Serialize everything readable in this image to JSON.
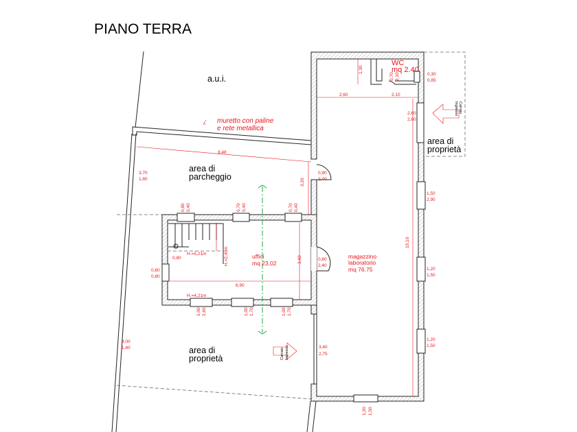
{
  "title": "PIANO TERRA",
  "areas": {
    "aui": "a.u.i.",
    "parking": [
      "area di",
      "parcheggio"
    ],
    "property_bottom": [
      "area di",
      "proprietà"
    ],
    "property_right": [
      "area di",
      "proprietà"
    ]
  },
  "rooms": {
    "wc": [
      "WC",
      "mq 2.40"
    ],
    "offices": [
      "uffici",
      "mq 23,02"
    ],
    "warehouse": [
      "magazzino",
      "laboratorio",
      "mq 76.75"
    ]
  },
  "notes": {
    "fence": [
      "muretto con paline",
      "e rete metallica"
    ],
    "entrance_right": [
      "Ingresso",
      "Carraio"
    ],
    "entrance_bottom": [
      "Carraio",
      "Ingresso"
    ]
  },
  "dims": {
    "wc_h": "1,30",
    "wc_door": [
      "0,70",
      "2,10"
    ],
    "wc_win": [
      "0,30",
      "0,85"
    ],
    "top_left": "2,60",
    "top_right": "2,10",
    "gate_right": [
      "2,60",
      "2,60"
    ],
    "fence_len": "8,48",
    "left_win_top": [
      "3,70",
      "1,80"
    ],
    "parking_h": "3,20",
    "door_parking": [
      "0,90",
      "2,40"
    ],
    "off_win1": [
      "0,80",
      "0,40"
    ],
    "off_win2": [
      "0,70",
      "0,40"
    ],
    "off_win3": [
      "0,70",
      "0,40"
    ],
    "stair_w": "0,80",
    "h_521": "H.=5,21m",
    "h_240": "H.=2,40m",
    "off_h": "3,60",
    "off_door": [
      "0,80",
      "2,40"
    ],
    "off_left_win": [
      "0,80",
      "0,80"
    ],
    "off_w": "6,90",
    "h_421": "H.=4,21m",
    "off_bwin1": [
      "1,00",
      "2,65"
    ],
    "off_bwin2": [
      "1,00",
      "1,70"
    ],
    "off_bwin3": [
      "1,00",
      "1,70"
    ],
    "mag_h": "15,10",
    "r_win1": [
      "1,50",
      "2,90"
    ],
    "r_win2": [
      "1,20",
      "1,50"
    ],
    "r_win3": [
      "1,20",
      "1,50"
    ],
    "gate_bottom": [
      "3,40",
      "2,75"
    ],
    "left_win_bottom": [
      "4,00",
      "1,80"
    ],
    "bottom_win": [
      "1,20",
      "1,50"
    ]
  }
}
